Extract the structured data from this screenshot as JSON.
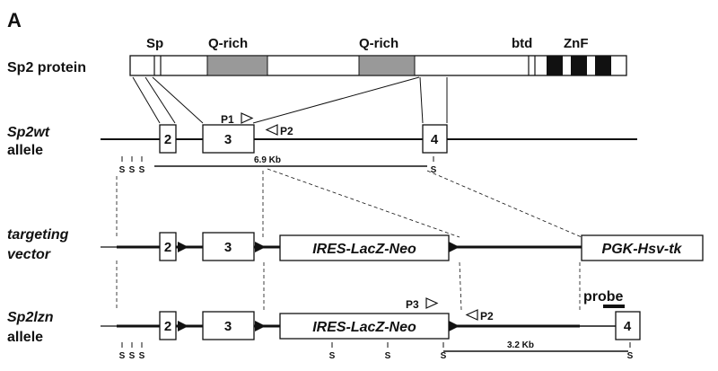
{
  "panel_label": "A",
  "protein": {
    "row_label": "Sp2 protein",
    "domains": {
      "sp": "Sp",
      "q_rich_1": "Q-rich",
      "q_rich_2": "Q-rich",
      "btd": "btd",
      "znf": "ZnF"
    },
    "colors": {
      "q_rich": "#999999",
      "znf": "#111111"
    }
  },
  "wt_allele": {
    "label_line1": "Sp2wt",
    "label_line2": "allele",
    "exons": [
      "2",
      "3",
      "4"
    ],
    "primer_p1": "P1",
    "primer_p2": "P2",
    "sites": [
      "S",
      "S",
      "S",
      "S"
    ],
    "fragment_size": "6.9 Kb"
  },
  "targeting_vector": {
    "label_line1": "targeting",
    "label_line2": "vector",
    "exons": [
      "2",
      "3"
    ],
    "cassette": "IRES-LacZ-Neo",
    "selection_cassette": "PGK-Hsv-tk"
  },
  "probe_label": "probe",
  "lzn_allele": {
    "label_line1": "Sp2lzn",
    "label_line2": "allele",
    "exons": [
      "2",
      "3",
      "4"
    ],
    "cassette": "IRES-LacZ-Neo",
    "primer_p3": "P3",
    "primer_p2": "P2",
    "sites": [
      "S",
      "S",
      "S",
      "S",
      "S",
      "S",
      "S"
    ],
    "fragment_size": "3.2 Kb"
  }
}
